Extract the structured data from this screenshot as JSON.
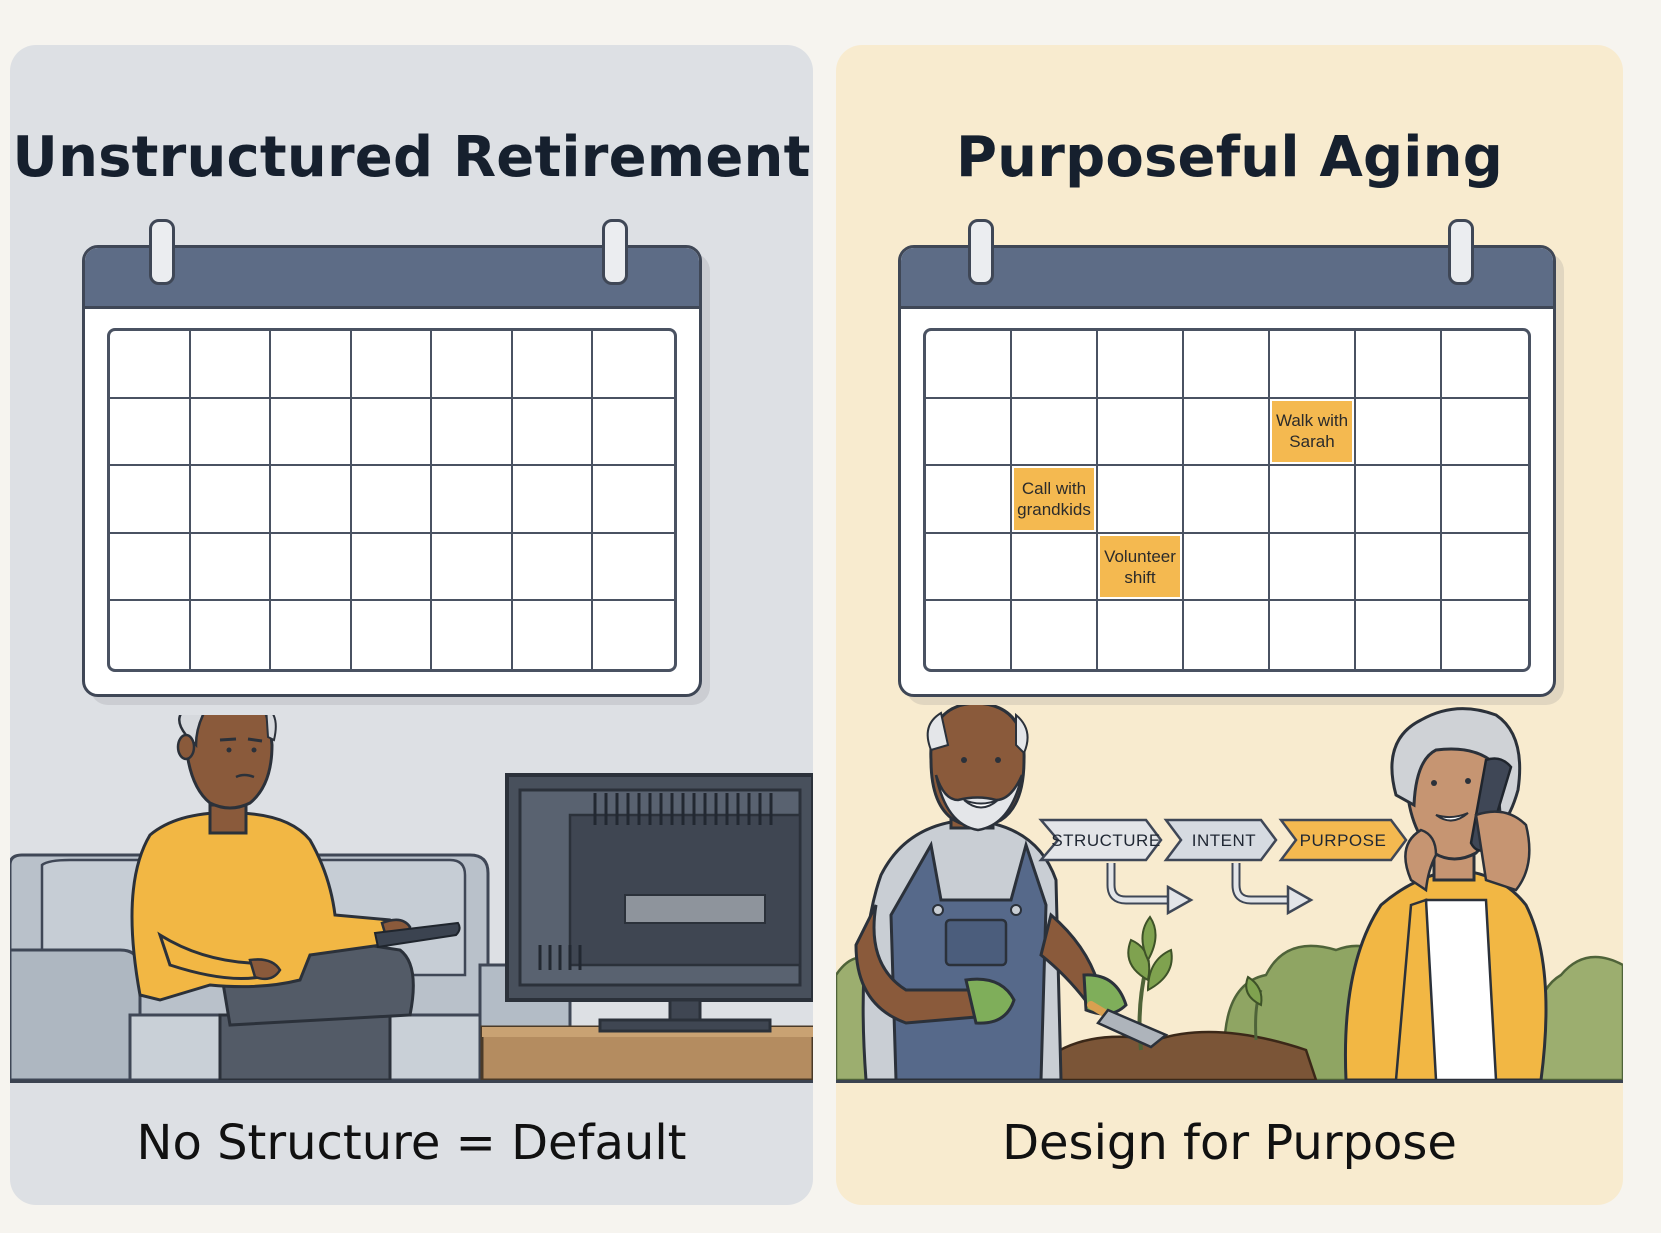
{
  "left_panel": {
    "title": "Unstructured Retirement",
    "caption": "No Structure = Default"
  },
  "right_panel": {
    "title": "Purposeful Aging",
    "caption": "Design for Purpose",
    "calendar_notes": [
      {
        "text": "Walk with\nSarah",
        "row": 1,
        "col": 4
      },
      {
        "text": "Call with\ngrandkids",
        "row": 2,
        "col": 1
      },
      {
        "text": "Volunteer\nshift",
        "row": 3,
        "col": 2
      }
    ],
    "flow_steps": [
      "STRUCTURE",
      "INTENT",
      "PURPOSE"
    ]
  },
  "colors": {
    "left_bg": "#dde0e4",
    "right_bg": "#f8ebcf",
    "calendar_header": "#5d6c86",
    "note": "#f4b950",
    "sweater": "#f2b744",
    "overalls": "#56698a"
  },
  "icons": [
    "calendar-icon",
    "tv-icon",
    "remote-icon",
    "phone-icon",
    "trowel-icon",
    "plant-icon"
  ]
}
